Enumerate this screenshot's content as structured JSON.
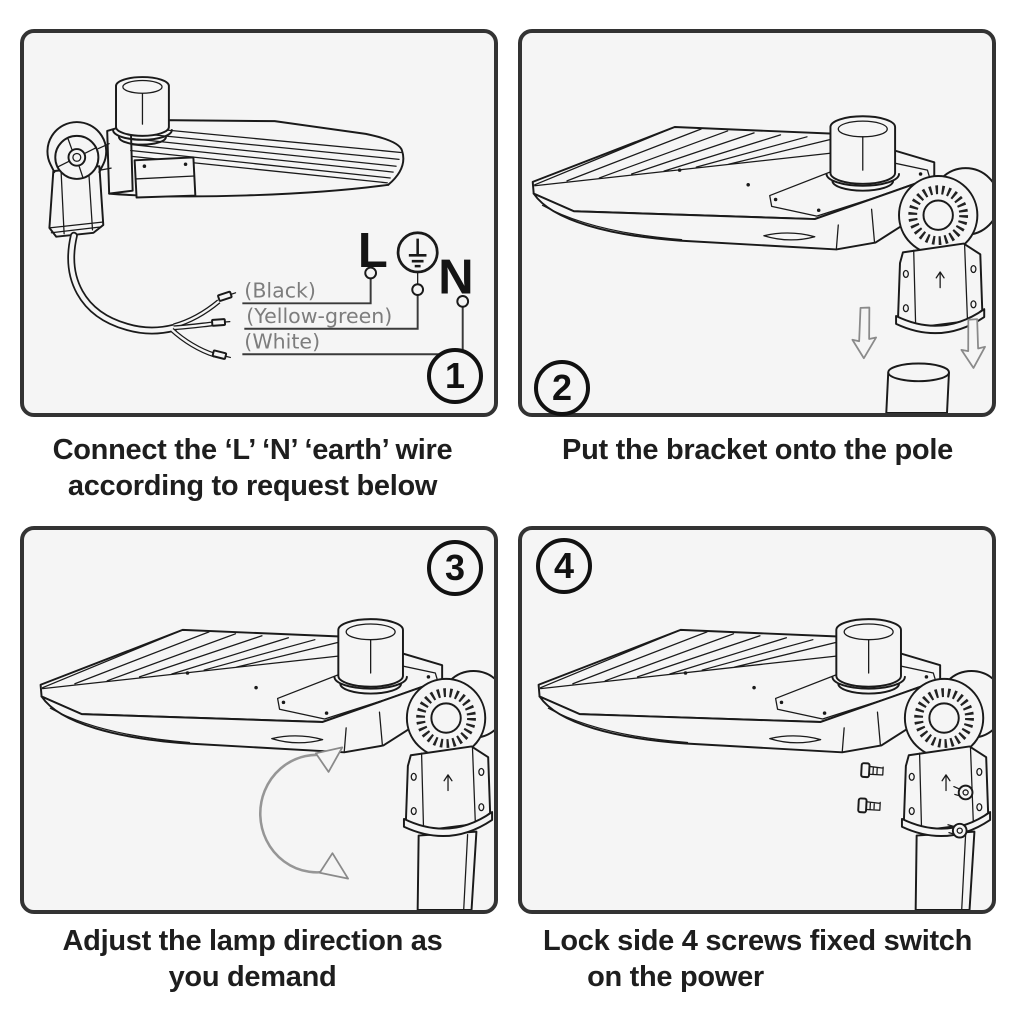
{
  "colors": {
    "page_bg": "#ffffff",
    "panel_bg": "#f5f5f5",
    "panel_border": "#333333",
    "line_art": "#1a1a1a",
    "muted_label": "#7d7d7d",
    "arrow_gray": "#8f8f8f",
    "caption_text": "#1e1e1e"
  },
  "steps": [
    {
      "number": "1",
      "caption_lines": [
        "Connect the ‘L’ ‘N’ ‘earth’ wire",
        "according to request below"
      ],
      "illustration": "lamp-with-mounting-arm-and-wiring-diagram"
    },
    {
      "number": "2",
      "caption_lines": [
        "Put the bracket onto the pole"
      ],
      "illustration": "lamp-bracket-above-pole-with-down-arrows"
    },
    {
      "number": "3",
      "caption_lines": [
        "Adjust the lamp direction as",
        "you demand"
      ],
      "illustration": "lamp-on-pole-with-rotation-arrow"
    },
    {
      "number": "4",
      "caption_lines": [
        "Lock side 4 screws fixed switch",
        "on the power"
      ],
      "illustration": "lamp-on-pole-with-side-screws"
    }
  ],
  "wiring_diagram": {
    "terminal_live": "L",
    "terminal_neutral": "N",
    "earth_icon": "protective-earth-ground-symbol",
    "wire_labels": [
      "(Black)",
      "(Yellow-green)",
      "(White)"
    ]
  }
}
